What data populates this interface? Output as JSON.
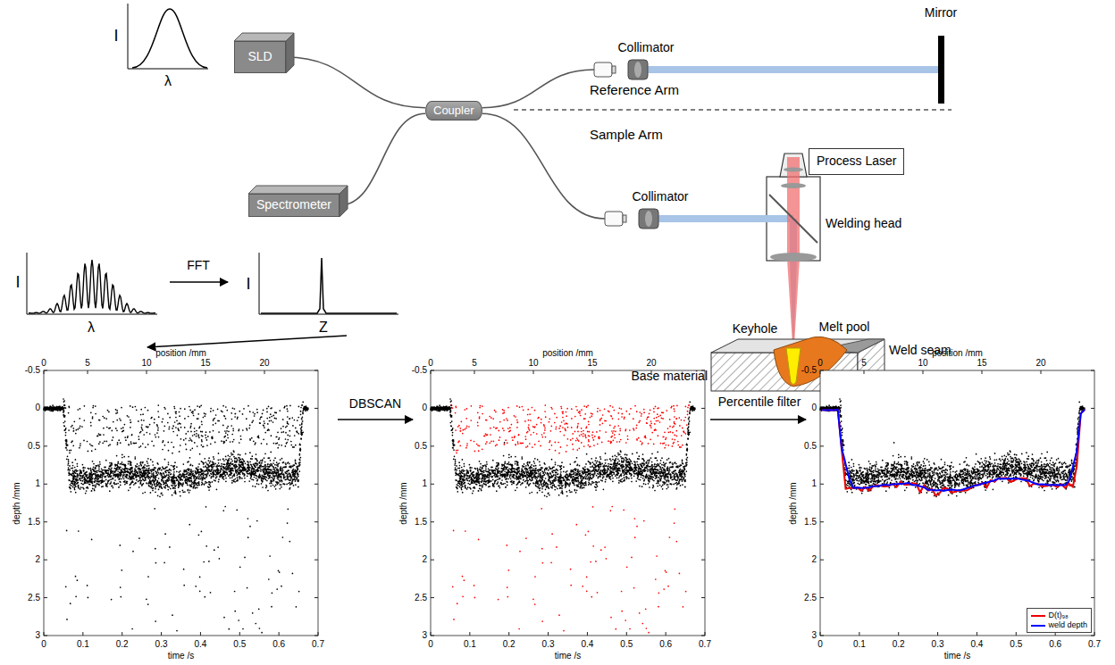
{
  "diagram": {
    "nodes": [
      {
        "text": [
          "SLD"
        ]
      },
      {
        "text": [
          "Coupler"
        ]
      },
      {
        "text": [
          "Spectrometer"
        ]
      },
      {
        "text": [
          "Collimator"
        ]
      },
      {
        "text": [
          "Process Laser"
        ]
      },
      {
        "text": [
          "Collimator"
        ]
      }
    ],
    "edges": [
      {
        "from": 0,
        "to": 1,
        "arrow": "none"
      },
      {
        "from": 2,
        "to": 1,
        "arrow": "none"
      },
      {
        "from": 1,
        "to": 3,
        "arrow": "none"
      },
      {
        "from": 1,
        "to": 5,
        "arrow": "none"
      }
    ],
    "labels": [
      "I",
      "λ",
      "Mirror",
      "Reference Arm",
      "Sample Arm",
      "Welding head",
      "I",
      "λ",
      "FFT",
      "I",
      "Z",
      "Keyhole",
      "Melt pool",
      "Weld seam",
      "Base material",
      "DBSCAN",
      "Percentile filter",
      "position /mm",
      "0",
      "5",
      "10",
      "15",
      "20",
      "-0.5",
      "0",
      "0.5",
      "1",
      "1.5",
      "2",
      "2.5",
      "3",
      "depth /mm",
      "0",
      "0.1",
      "0.2",
      "0.3",
      "0.4",
      "0.5",
      "0.6",
      "0.7",
      "time /s",
      "position /mm",
      "0",
      "5",
      "10",
      "15",
      "20",
      "-0.5",
      "0",
      "0.5",
      "1",
      "1.5",
      "2",
      "2.5",
      "3",
      "depth /mm",
      "0",
      "0.1",
      "0.2",
      "0.3",
      "0.4",
      "0.5",
      "0.6",
      "0.7",
      "time /s",
      "position /mm",
      "0",
      "5",
      "10",
      "15",
      "20",
      "-0.5",
      "0",
      "0.5",
      "1",
      "1.5",
      "2",
      "2.5",
      "3",
      "depth /mm",
      "0",
      "0.1",
      "0.2",
      "0.3",
      "0.4",
      "0.5",
      "0.6",
      "0.7",
      "time /s"
    ],
    "legend": [
      {
        "text": "D(t)₉₈"
      },
      {
        "text": "weld depth"
      }
    ]
  }
}
